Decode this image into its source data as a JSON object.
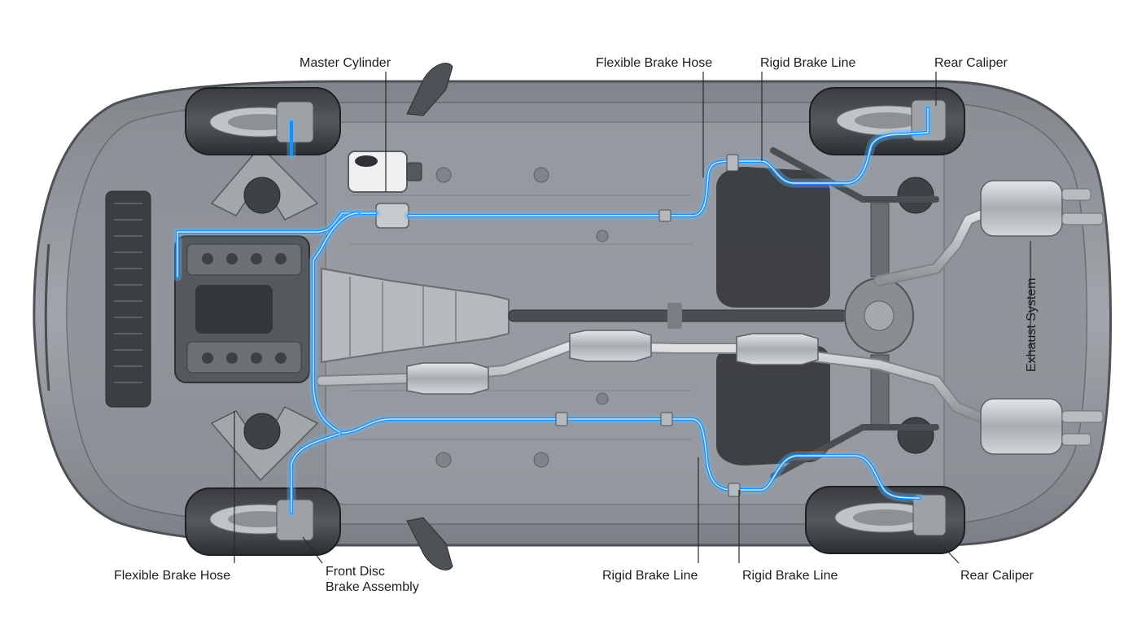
{
  "labels": {
    "master_cylinder": "Master Cylinder",
    "flexible_brake_hose_top": "Flexible Brake Hose",
    "rigid_brake_line_top": "Rigid Brake Line",
    "rear_caliper_top": "Rear Caliper",
    "exhaust_system": "Exhaust System",
    "flexible_brake_hose_bottom": "Flexible Brake Hose",
    "front_disc_line1": "Front Disc",
    "front_disc_line2": "Brake Assembly",
    "rigid_brake_line_bottom_1": "Rigid Brake Line",
    "rigid_brake_line_bottom_2": "Rigid Brake Line",
    "rear_caliper_bottom": "Rear Caliper"
  },
  "colors": {
    "body_shell": "#5e6166",
    "body_fill": "#8c9096",
    "brake_line": "#1f8ef0",
    "brake_glow": "#58b8ff",
    "tire": "#2d2f33",
    "metal": "#a7acb2"
  }
}
